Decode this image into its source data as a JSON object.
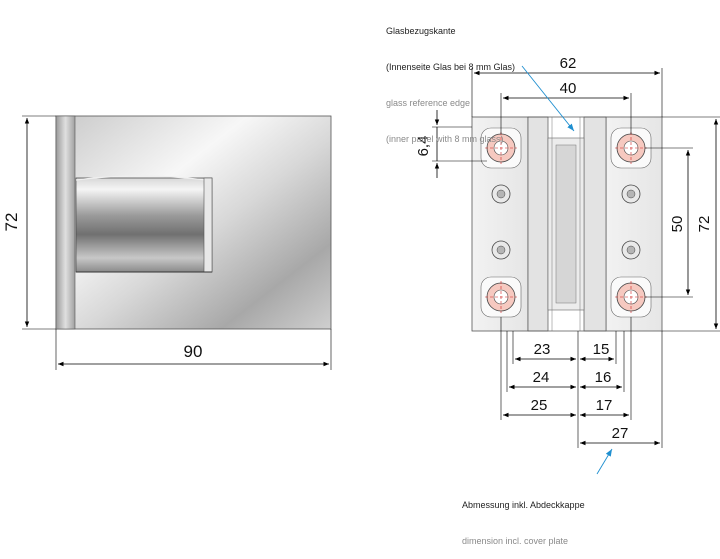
{
  "notes": {
    "glass_edge": {
      "de_line1": "Glasbezugskante",
      "de_line2": "(Innenseite Glas bei 8 mm Glas)",
      "en_line1": "glass reference edge",
      "en_line2": "(inner panel with 8 mm glass)"
    },
    "cover": {
      "de": "Abmessung inkl. Abdeckkappe",
      "en": "dimension incl. cover plate"
    }
  },
  "front_view": {
    "height_label": "72",
    "width_label": "90"
  },
  "side_view": {
    "overall_width": "62",
    "hole_spacing_horizontal": "40",
    "hole_offset": "6,4",
    "hole_spacing_vertical": "50",
    "overall_height": "72",
    "left_row1": "23",
    "right_row1": "15",
    "left_row2": "24",
    "right_row2": "16",
    "left_row3": "25",
    "right_row3": "17",
    "cover_width": "27"
  },
  "colors": {
    "accent_arrow": "#1f8fd0",
    "centre_line": "#d02020",
    "hole_fill": "#f6c9c0"
  }
}
